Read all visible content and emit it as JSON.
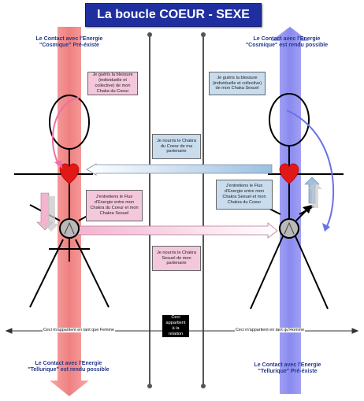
{
  "title": "La boucle  COEUR  -  SEXE",
  "top_left_label": "Le Contact avec l'Energie \"Cosmique\" Pré-éxiste",
  "top_right_label": "Le Contact avec l'Energie \"Cosmique\" est rendu possible",
  "bottom_left_label": "Le Contact avec l'Energie \"Tellurique\" est rendu possible",
  "bottom_right_label": "Le Contact avec l'Energie \"Tellurique\" Pré-éxiste",
  "box_heal_heart": "Je guéris la blessure (individuelle et collective) de mon Chaka du Coeur",
  "box_heal_sex": "Je guéris la blessure (individuelle et collective) de mon Chaka Sexuel",
  "box_nourish_heart": "Je nourris le Chakra du Coeur de ma partenaire",
  "box_flux_left": "J'entretiens le Flux d'Energie entre mon Chakra du Coeur et mon Chakra Sexuel",
  "box_flux_right": "J'entretiens le Flux d'Energie entre mon Chakra Sexuel et mon Chakra du Coeur",
  "box_nourish_sex": "Je nourris le Chakra Sexuel de mon partenaire",
  "axis_left": "Ceci m'appartient en tant que Femme",
  "axis_right": "Ceci m'appartient en tant qu'Homme",
  "axis_center": "Ceci appartient à la relation",
  "colors": {
    "title_bg": "#1f2fa0",
    "feminine_column": "#f08c8c",
    "masculine_column": "#9a9af0",
    "heart": "#e01818",
    "pink_box": "#f4c8dc",
    "blue_box": "#c8dcee",
    "label_text": "#233a8a"
  },
  "icons": [
    "heart-icon",
    "venus-symbol-icon",
    "mars-symbol-icon"
  ]
}
